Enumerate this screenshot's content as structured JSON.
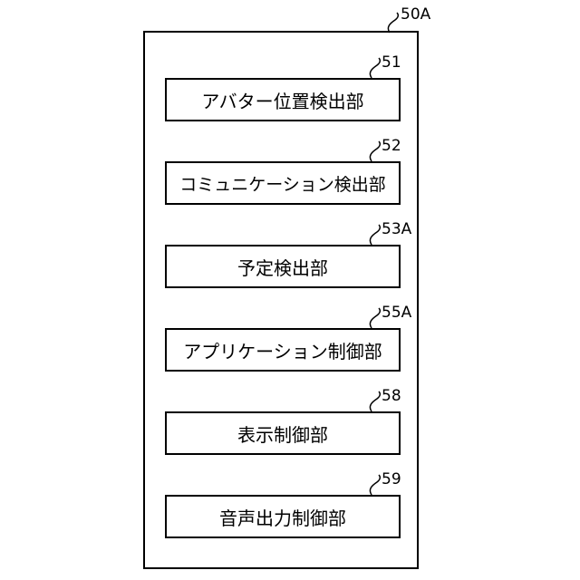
{
  "figure": {
    "container": {
      "ref": "50A"
    },
    "blocks": [
      {
        "ref": "51",
        "label": "アバター位置検出部"
      },
      {
        "ref": "52",
        "label": "コミュニケーション検出部"
      },
      {
        "ref": "53A",
        "label": "予定検出部"
      },
      {
        "ref": "55A",
        "label": "アプリケーション制御部"
      },
      {
        "ref": "58",
        "label": "表示制御部"
      },
      {
        "ref": "59",
        "label": "音声出力制御部"
      }
    ]
  }
}
